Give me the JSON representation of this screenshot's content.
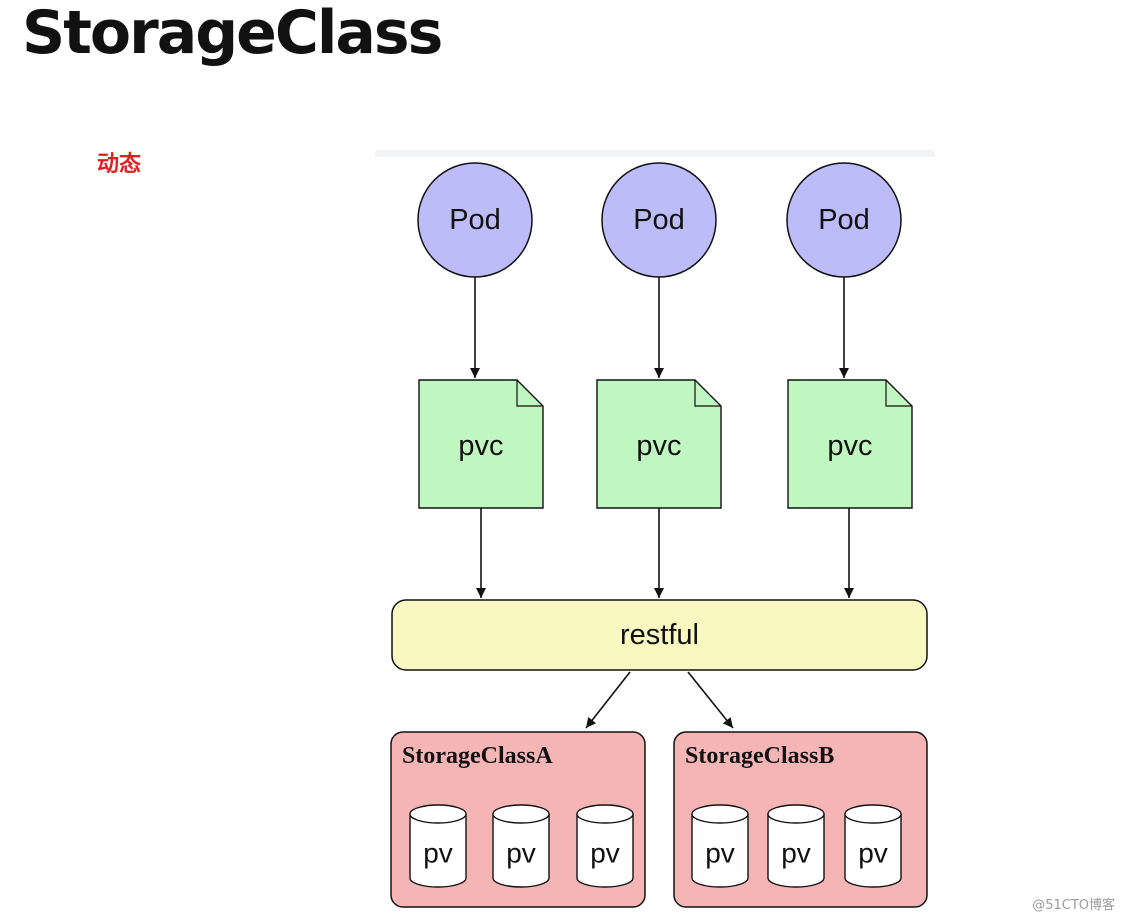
{
  "title": "StorageClass",
  "subtitle": "动态",
  "watermark": "@51CTO博客",
  "colors": {
    "pod_fill": "#bcbcf8",
    "pvc_fill": "#c0f7c0",
    "restful_fill": "#f8f8c0",
    "storage_class_fill": "#f6b5b5",
    "stroke": "#111111",
    "subtitle": "#e02020"
  },
  "diagram": {
    "pods": [
      {
        "label": "Pod"
      },
      {
        "label": "Pod"
      },
      {
        "label": "Pod"
      }
    ],
    "pvcs": [
      {
        "label": "pvc"
      },
      {
        "label": "pvc"
      },
      {
        "label": "pvc"
      }
    ],
    "restful": {
      "label": "restful"
    },
    "storage_classes": [
      {
        "label": "StorageClassA",
        "pvs": [
          {
            "label": "pv"
          },
          {
            "label": "pv"
          },
          {
            "label": "pv"
          }
        ]
      },
      {
        "label": "StorageClassB",
        "pvs": [
          {
            "label": "pv"
          },
          {
            "label": "pv"
          },
          {
            "label": "pv"
          }
        ]
      }
    ]
  }
}
